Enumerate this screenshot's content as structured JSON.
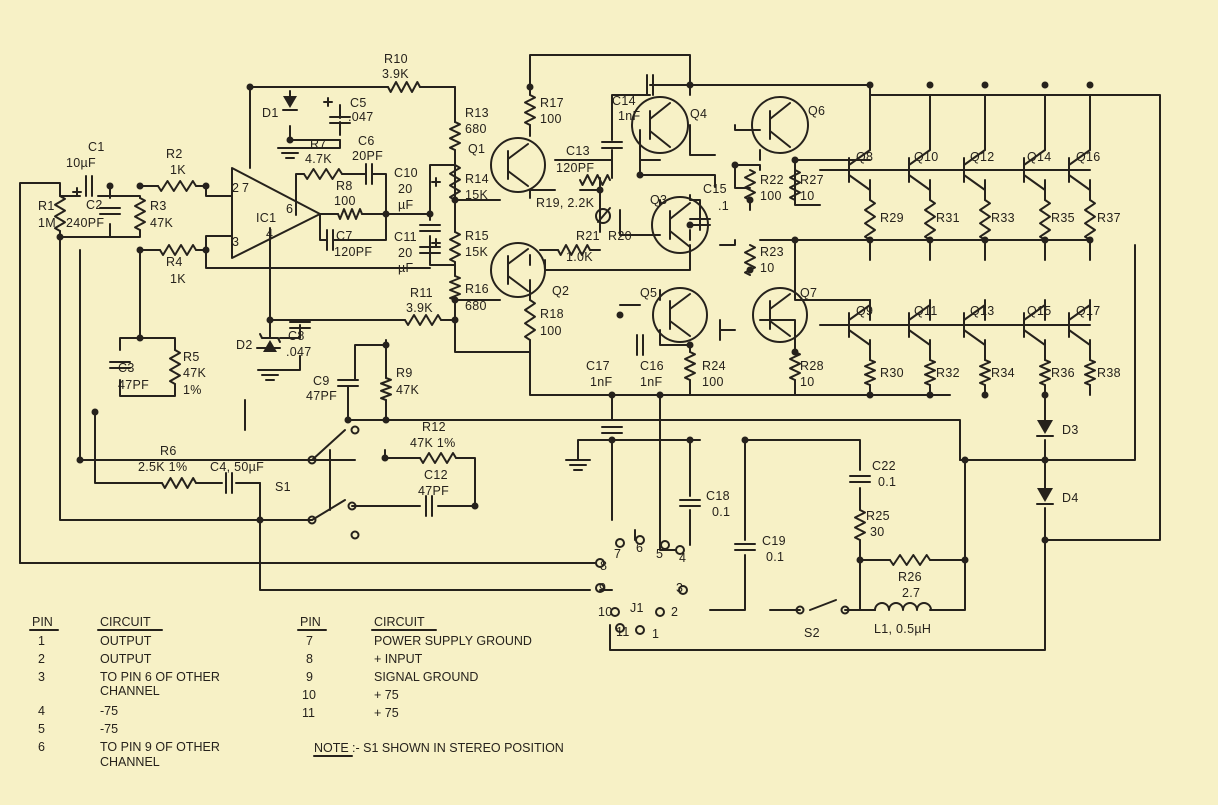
{
  "resistors": [
    {
      "id": "R1",
      "ref": "R1",
      "value": "1M"
    },
    {
      "id": "R2",
      "ref": "R2",
      "value": "1K"
    },
    {
      "id": "R3",
      "ref": "R3",
      "value": "47K"
    },
    {
      "id": "R4",
      "ref": "R4",
      "value": "1K"
    },
    {
      "id": "R5",
      "ref": "R5",
      "value": "47K",
      "tolerance": "1%"
    },
    {
      "id": "R6",
      "ref": "R6",
      "value": "2.5K 1%"
    },
    {
      "id": "R7",
      "ref": "R7",
      "value": "4.7K"
    },
    {
      "id": "R8",
      "ref": "R8",
      "value": "100"
    },
    {
      "id": "R9",
      "ref": "R9",
      "value": "47K"
    },
    {
      "id": "R10",
      "ref": "R10",
      "value": "3.9K"
    },
    {
      "id": "R11",
      "ref": "R11",
      "value": "3.9K"
    },
    {
      "id": "R12",
      "ref": "R12",
      "value": "47K 1%"
    },
    {
      "id": "R13",
      "ref": "R13",
      "value": "680"
    },
    {
      "id": "R14",
      "ref": "R14",
      "value": "15K"
    },
    {
      "id": "R15",
      "ref": "R15",
      "value": "15K"
    },
    {
      "id": "R16",
      "ref": "R16",
      "value": "680"
    },
    {
      "id": "R17",
      "ref": "R17",
      "value": "100"
    },
    {
      "id": "R18",
      "ref": "R18",
      "value": "100"
    },
    {
      "id": "R19",
      "ref": "R19, 2.2K"
    },
    {
      "id": "R20",
      "ref": "R20"
    },
    {
      "id": "R21",
      "ref": "R21",
      "value": "1.0K"
    },
    {
      "id": "R22",
      "ref": "R22",
      "value": "100"
    },
    {
      "id": "R23",
      "ref": "R23",
      "value": "10"
    },
    {
      "id": "R24",
      "ref": "R24",
      "value": "100"
    },
    {
      "id": "R25",
      "ref": "R25",
      "value": "30"
    },
    {
      "id": "R26",
      "ref": "R26",
      "value": "2.7"
    },
    {
      "id": "R27",
      "ref": "R27",
      "value": "10"
    },
    {
      "id": "R28",
      "ref": "R28",
      "value": "10"
    },
    {
      "id": "R29",
      "ref": "R29"
    },
    {
      "id": "R30",
      "ref": "R30"
    },
    {
      "id": "R31",
      "ref": "R31"
    },
    {
      "id": "R32",
      "ref": "R32"
    },
    {
      "id": "R33",
      "ref": "R33"
    },
    {
      "id": "R34",
      "ref": "R34"
    },
    {
      "id": "R35",
      "ref": "R35"
    },
    {
      "id": "R36",
      "ref": "R36"
    },
    {
      "id": "R37",
      "ref": "R37"
    },
    {
      "id": "R38",
      "ref": "R38"
    }
  ],
  "capacitors": [
    {
      "id": "C1",
      "ref": "C1",
      "value": "10µF"
    },
    {
      "id": "C2",
      "ref": "C2",
      "value": "240PF"
    },
    {
      "id": "C3",
      "ref": "C3",
      "value": "47PF"
    },
    {
      "id": "C4",
      "ref": "C4, 50µF"
    },
    {
      "id": "C5",
      "ref": "C5",
      "value": ".047"
    },
    {
      "id": "C6",
      "ref": "C6",
      "value": "20PF"
    },
    {
      "id": "C7",
      "ref": "C7",
      "value": "120PF"
    },
    {
      "id": "C8",
      "ref": "C8",
      "value": ".047"
    },
    {
      "id": "C9",
      "ref": "C9",
      "value": "47PF"
    },
    {
      "id": "C10",
      "ref": "C10",
      "value": "20",
      "unit": "µF"
    },
    {
      "id": "C11",
      "ref": "C11",
      "value": "20",
      "unit": "µF"
    },
    {
      "id": "C12",
      "ref": "C12",
      "value": "47PF"
    },
    {
      "id": "C13",
      "ref": "C13",
      "value": "120PF"
    },
    {
      "id": "C14",
      "ref": "C14",
      "value": "1nF"
    },
    {
      "id": "C15",
      "ref": "C15",
      "value": ".1"
    },
    {
      "id": "C16",
      "ref": "C16",
      "value": "1nF"
    },
    {
      "id": "C17",
      "ref": "C17",
      "value": "1nF"
    },
    {
      "id": "C18",
      "ref": "C18",
      "value": "0.1"
    },
    {
      "id": "C19",
      "ref": "C19",
      "value": "0.1"
    },
    {
      "id": "C22",
      "ref": "C22",
      "value": "0.1"
    }
  ],
  "transistors": [
    {
      "id": "Q1",
      "ref": "Q1"
    },
    {
      "id": "Q2",
      "ref": "Q2"
    },
    {
      "id": "Q3",
      "ref": "Q3"
    },
    {
      "id": "Q4",
      "ref": "Q4"
    },
    {
      "id": "Q5",
      "ref": "Q5"
    },
    {
      "id": "Q6",
      "ref": "Q6"
    },
    {
      "id": "Q7",
      "ref": "Q7"
    },
    {
      "id": "Q8",
      "ref": "Q8"
    },
    {
      "id": "Q9",
      "ref": "Q9"
    },
    {
      "id": "Q10",
      "ref": "Q10"
    },
    {
      "id": "Q11",
      "ref": "Q11"
    },
    {
      "id": "Q12",
      "ref": "Q12"
    },
    {
      "id": "Q13",
      "ref": "Q13"
    },
    {
      "id": "Q14",
      "ref": "Q14"
    },
    {
      "id": "Q15",
      "ref": "Q15"
    },
    {
      "id": "Q16",
      "ref": "Q16"
    },
    {
      "id": "Q17",
      "ref": "Q17"
    }
  ],
  "diodes": [
    {
      "id": "D1",
      "ref": "D1"
    },
    {
      "id": "D2",
      "ref": "D2"
    },
    {
      "id": "D3",
      "ref": "D3"
    },
    {
      "id": "D4",
      "ref": "D4"
    }
  ],
  "ic": {
    "ref": "IC1",
    "pins": {
      "p2": "2",
      "p3": "3",
      "p4": "4",
      "p6": "6",
      "p7": "7"
    }
  },
  "inductor": {
    "ref": "L1, 0.5µH"
  },
  "switches": {
    "s1": "S1",
    "s2": "S2"
  },
  "connector": {
    "ref": "J1",
    "pin_numbers": [
      "1",
      "2",
      "3",
      "4",
      "5",
      "6",
      "7",
      "8",
      "9",
      "10",
      "11"
    ]
  },
  "pin_table": {
    "headers": {
      "pin": "PIN",
      "circuit": "CIRCUIT"
    },
    "left": [
      {
        "pin": "1",
        "circuit": [
          "OUTPUT"
        ]
      },
      {
        "pin": "2",
        "circuit": [
          "OUTPUT"
        ]
      },
      {
        "pin": "3",
        "circuit": [
          "TO PIN 6 OF OTHER",
          "CHANNEL"
        ]
      },
      {
        "pin": "4",
        "circuit": [
          "-75"
        ]
      },
      {
        "pin": "5",
        "circuit": [
          "-75"
        ]
      },
      {
        "pin": "6",
        "circuit": [
          "TO PIN 9 OF OTHER",
          "CHANNEL"
        ]
      }
    ],
    "right": [
      {
        "pin": "7",
        "circuit": [
          "POWER SUPPLY GROUND"
        ]
      },
      {
        "pin": "8",
        "circuit": [
          "+ INPUT"
        ]
      },
      {
        "pin": "9",
        "circuit": [
          "SIGNAL GROUND"
        ]
      },
      {
        "pin": "10",
        "circuit": [
          "+ 75"
        ]
      },
      {
        "pin": "11",
        "circuit": [
          "+ 75"
        ]
      }
    ]
  },
  "note": {
    "label": "NOTE",
    "text": ":- S1 SHOWN IN STEREO POSITION"
  },
  "colors": {
    "paper": "#f7f1c6",
    "ink": "#26221c"
  }
}
